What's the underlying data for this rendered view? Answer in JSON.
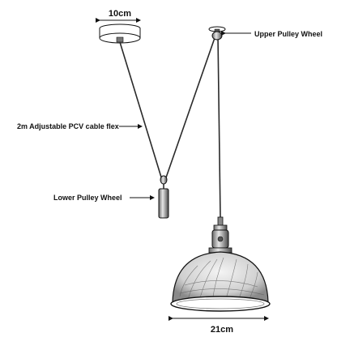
{
  "dimensions": {
    "canopy_width": "10cm",
    "shade_width": "21cm"
  },
  "labels": {
    "upper_pulley": "Upper Pulley Wheel",
    "cable": "2m Adjustable PCV cable flex",
    "lower_pulley": "Lower Pulley Wheel"
  },
  "colors": {
    "line": "#111111",
    "cable": "#2a2a2a",
    "fill": "#ffffff"
  }
}
